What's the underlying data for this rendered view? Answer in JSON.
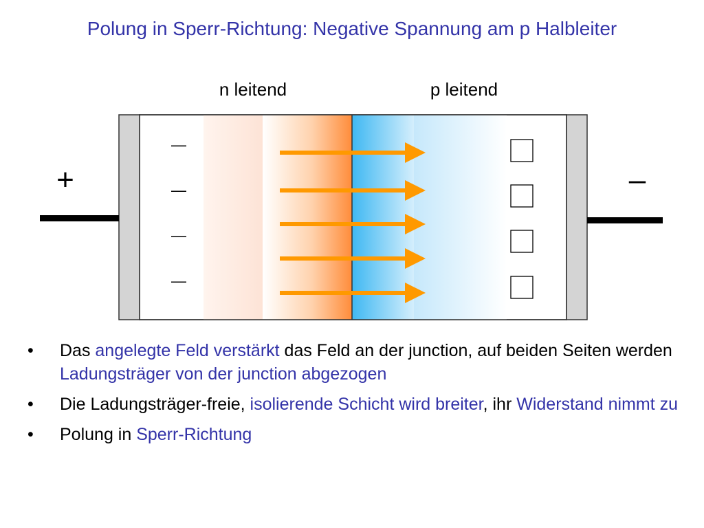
{
  "title": "Polung in Sperr-Richtung: Negative Spannung am p Halbleiter",
  "colors": {
    "title": "#3333a8",
    "highlight": "#3333a8",
    "text": "#000000",
    "arrow": "#ff9900",
    "n_region": "#ff8c3a",
    "p_region": "#3fb8f2",
    "electrode": "#d4d4d4"
  },
  "diagram": {
    "label_n": "n leitend",
    "label_p": "p leitend",
    "terminal_left": "+",
    "terminal_right": "–",
    "electron_symbols": [
      "—",
      "—",
      "—",
      "—"
    ],
    "hole_count": 4,
    "arrow_count": 5
  },
  "bullets": [
    {
      "bullet": "•",
      "parts": [
        {
          "text": "Das ",
          "highlight": false
        },
        {
          "text": "angelegte Feld verstärkt",
          "highlight": true
        },
        {
          "text": " das Feld an der junction, auf beiden Seiten werden ",
          "highlight": false
        },
        {
          "text": "Ladungsträger von der junction abgezogen",
          "highlight": true
        }
      ]
    },
    {
      "bullet": "•",
      "parts": [
        {
          "text": "Die Ladungsträger-freie, ",
          "highlight": false
        },
        {
          "text": "isolierende Schicht wird breiter",
          "highlight": true
        },
        {
          "text": ", ihr ",
          "highlight": false
        },
        {
          "text": "Widerstand nimmt zu",
          "highlight": true
        }
      ]
    },
    {
      "bullet": "•",
      "parts": [
        {
          "text": "Polung in ",
          "highlight": false
        },
        {
          "text": "Sperr-Richtung",
          "highlight": true
        }
      ]
    }
  ]
}
